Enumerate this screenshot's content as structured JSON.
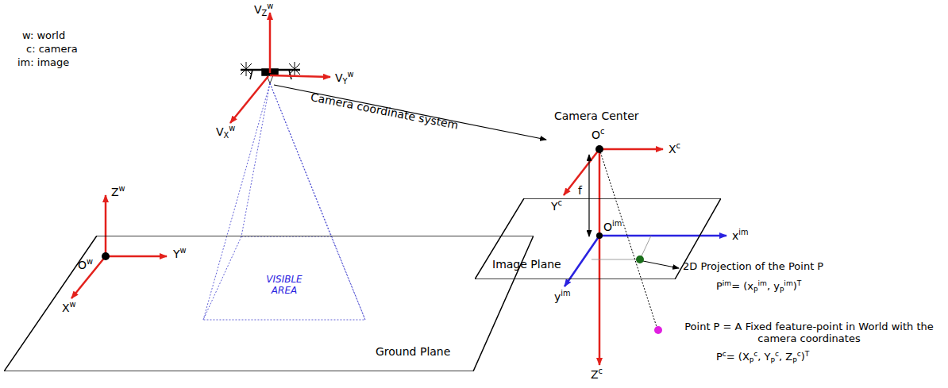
{
  "diagram": {
    "nodes": [
      {
        "text": [
          "Ground Plane"
        ]
      },
      {
        "text": [
          "VISIBLE AREA"
        ],
        "in": 0
      },
      {
        "text": [
          "Image Plane"
        ]
      }
    ],
    "labels": [
      "w: world",
      "c: camera",
      "im: image",
      "VZw",
      "VYw",
      "VXw",
      "Zw",
      "Yw",
      "Ow",
      "Xw",
      "Camera coordinate system",
      "Camera Center",
      "Oc",
      "Xc",
      "f",
      "Yc",
      "Oim",
      "xim",
      "yim",
      "Zc",
      "2D Projection of the Point P",
      "Pim= (xPim, yPim)T",
      "Point P = A Fixed feature-point in World with the camera coordinates",
      "Pc= (XPc, YPc, ZPc)T"
    ]
  }
}
